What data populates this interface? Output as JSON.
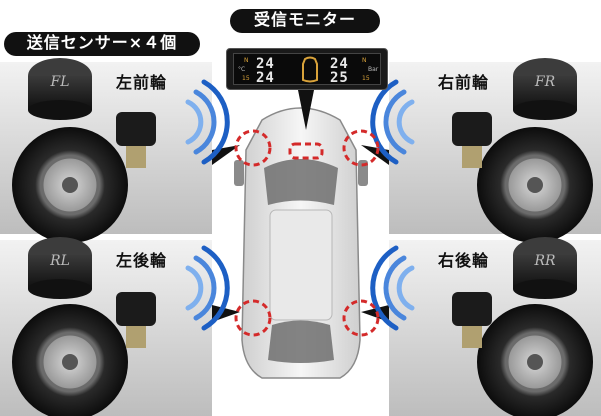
{
  "labels": {
    "sensors": "送信センサー×４個",
    "monitor": "受信モニター",
    "front_left": "左前輪",
    "front_right": "右前輪",
    "rear_left": "左後輪",
    "rear_right": "右後輪"
  },
  "sensor_caps": {
    "fl": "FL",
    "fr": "FR",
    "rl": "RL",
    "rr": "RR"
  },
  "monitor_display": {
    "fl_value": "24",
    "fr_value": "24",
    "rl_value": "24",
    "rr_value": "25",
    "tag_n": "N",
    "tag_15": "15",
    "unit_left": "°C",
    "unit_right": "Bar"
  },
  "colors": {
    "signal_blue": "#1d5fc4",
    "highlight_red": "#d42a2a",
    "pill_bg": "#111111",
    "display_amber": "#d8a23a"
  }
}
